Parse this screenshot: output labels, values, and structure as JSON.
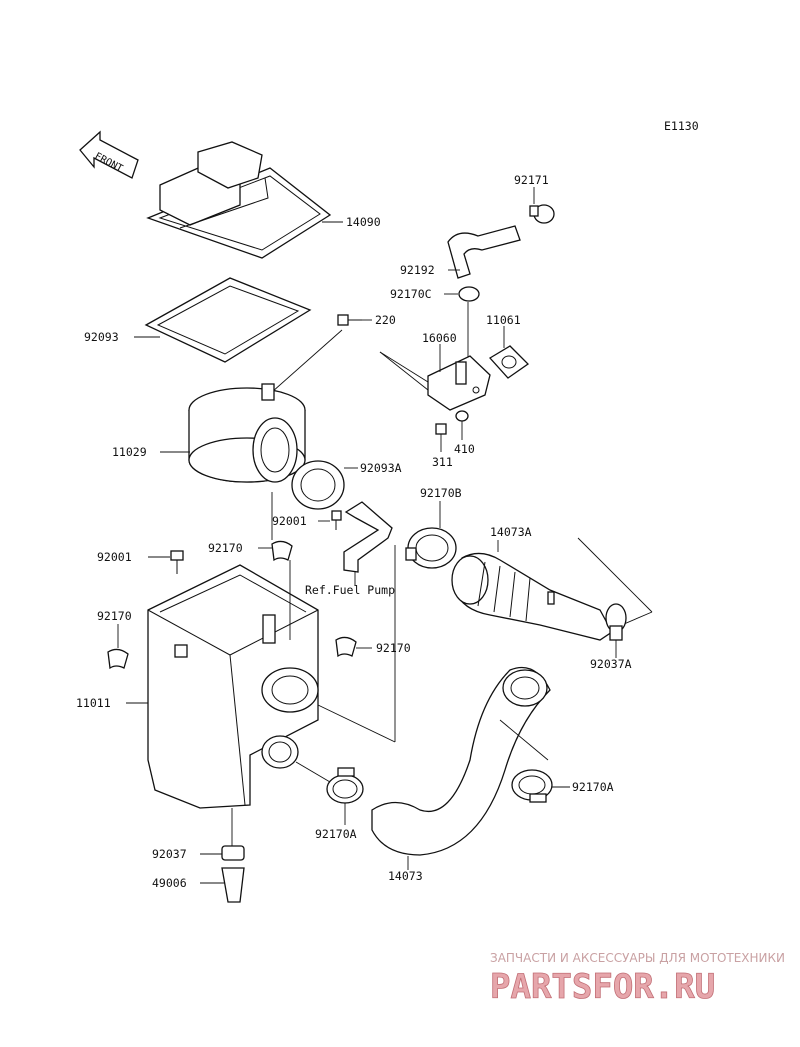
{
  "diagram_code": "E1130",
  "front_label": "FRONT",
  "ref_note": "Ref.Fuel Pump",
  "parts": {
    "p14090": "14090",
    "p92093": "92093",
    "p220": "220",
    "p11029": "11029",
    "p92093A": "92093A",
    "p92001_a": "92001",
    "p92170_a": "92170",
    "p92001_b": "92001",
    "p92170_b": "92170",
    "p92170_c": "92170",
    "p11011": "11011",
    "p92037": "92037",
    "p49006": "49006",
    "p92170A_a": "92170A",
    "p92171": "92171",
    "p92192": "92192",
    "p92170C": "92170C",
    "p11061": "11061",
    "p16060": "16060",
    "p311": "311",
    "p410": "410",
    "p92170B": "92170B",
    "p14073A": "14073A",
    "p92037A": "92037A",
    "p92170A_b": "92170A",
    "p14073": "14073"
  },
  "watermark": {
    "tagline": "ЗАПЧАСТИ И АКСЕССУАРЫ ДЛЯ МОТОТЕХНИКИ",
    "brand": "PARTSFOR.RU"
  }
}
